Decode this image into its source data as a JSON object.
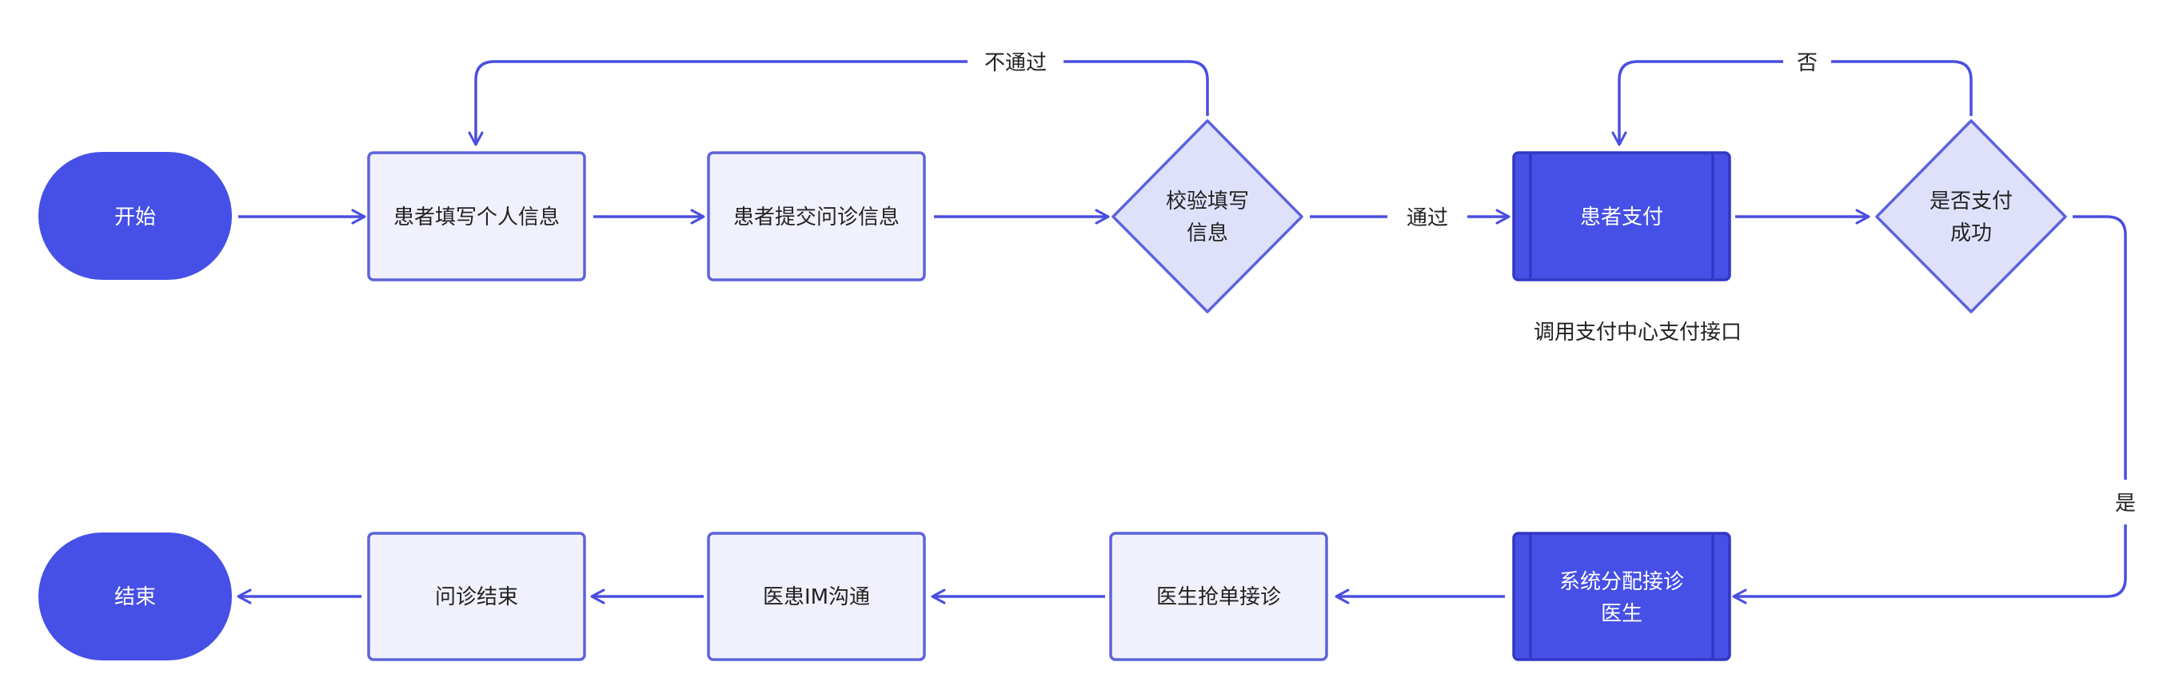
{
  "colors": {
    "line": "#4a4fe0",
    "terminal_fill": "#4650e6",
    "process_fill": "#f0f1fc",
    "process_stroke": "#5d63dc",
    "decision_fill": "#dfe1fb",
    "predefined_fill": "#4650e6",
    "predefined_stroke": "#3238c4",
    "text_dark": "#222222",
    "text_light": "#ffffff"
  },
  "nodes": {
    "start": "开始",
    "fill_info": "患者填写个人信息",
    "submit_info": "患者提交问诊信息",
    "validate": [
      "校验填写",
      "信息"
    ],
    "pay": "患者支付",
    "pay_ok": [
      "是否支付",
      "成功"
    ],
    "assign": [
      "系统分配接诊",
      "医生"
    ],
    "grab": "医生抢单接诊",
    "im": "医患IM沟通",
    "consult_end": "问诊结束",
    "end": "结束"
  },
  "edges": {
    "fail": "不通过",
    "pass": "通过",
    "no": "否",
    "yes": "是"
  },
  "notes": {
    "pay_api": "调用支付中心支付接口"
  }
}
